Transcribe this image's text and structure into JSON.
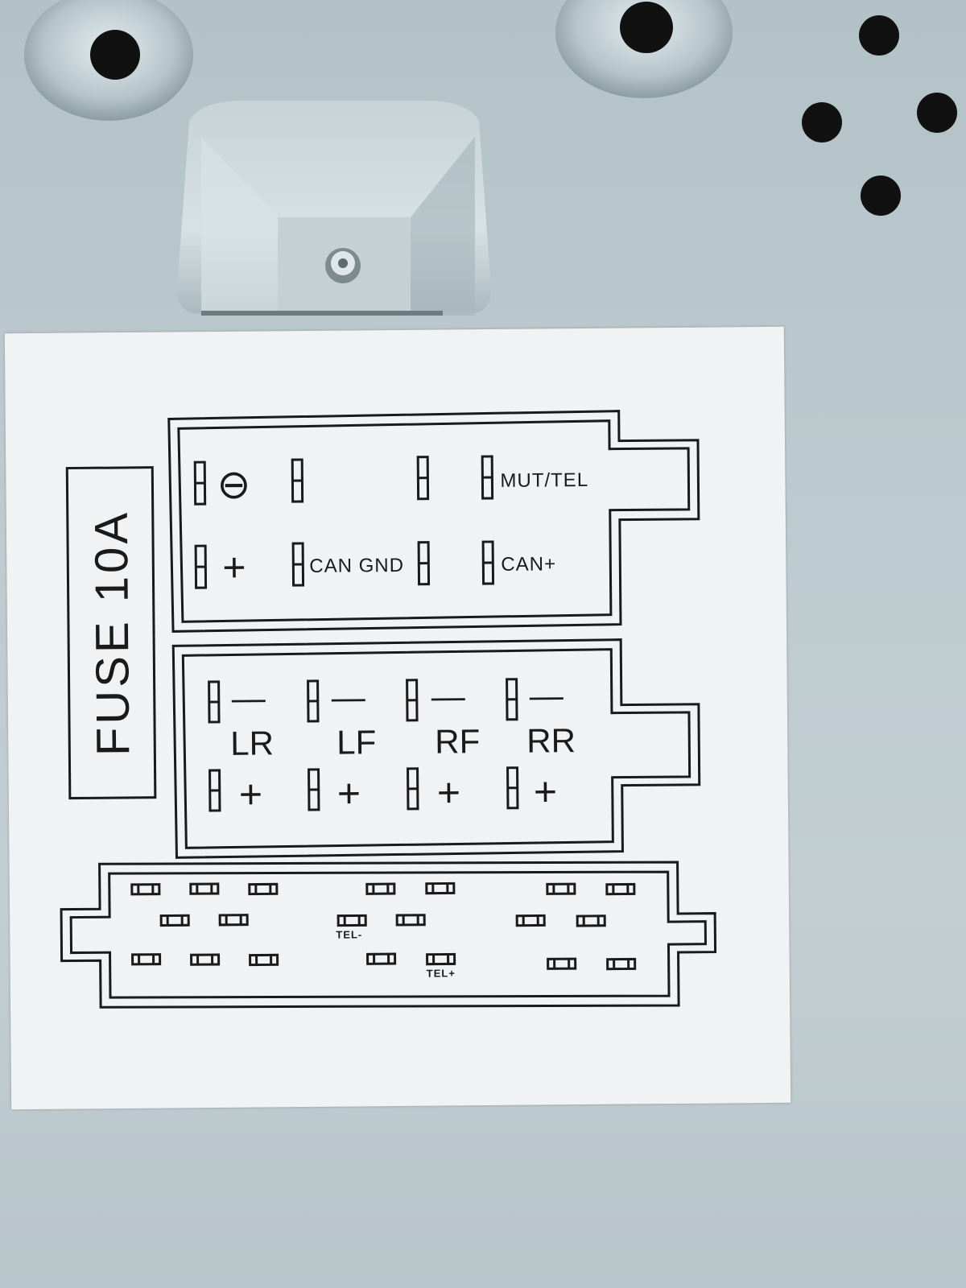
{
  "fuse": {
    "label": "FUSE 10A"
  },
  "power_connector": {
    "pins": {
      "ground_symbol": "⊖",
      "plus_symbol": "+",
      "can_gnd": "CAN GND",
      "mut_tel": "MUT/TEL",
      "can_plus": "CAN+"
    }
  },
  "speaker_connector": {
    "channels": [
      {
        "name": "LR",
        "minus": "—",
        "plus": "+"
      },
      {
        "name": "LF",
        "minus": "—",
        "plus": "+"
      },
      {
        "name": "RF",
        "minus": "—",
        "plus": "+"
      },
      {
        "name": "RR",
        "minus": "—",
        "plus": "+"
      }
    ]
  },
  "aux_connector": {
    "tel_minus": "TEL-",
    "tel_plus": "TEL+"
  },
  "colors": {
    "metal": "#bccacf",
    "sticker": "#f1f2f4",
    "ink": "#1a1a1a"
  }
}
